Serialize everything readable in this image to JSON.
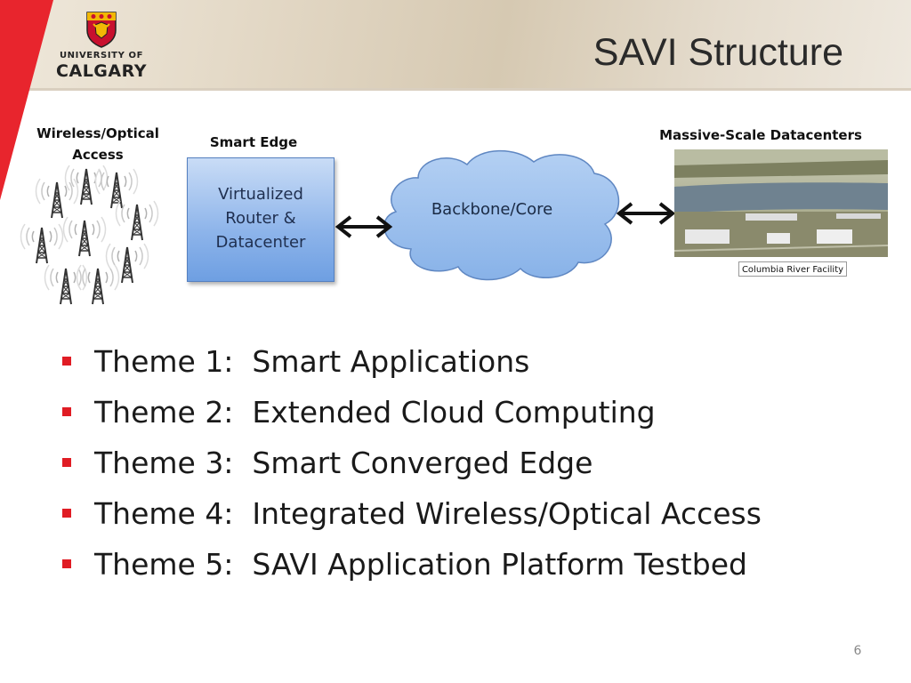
{
  "slide": {
    "title": "SAVI Structure",
    "page_number": "6"
  },
  "logo": {
    "line1": "UNIVERSITY OF",
    "line2": "CALGARY"
  },
  "diagram": {
    "access_label_line1": "Wireless/Optical",
    "access_label_line2": "Access",
    "edge_label": "Smart Edge",
    "edge_box_lines": [
      "Virtualized",
      "Router &",
      "Datacenter"
    ],
    "core_label": "Backbone/Core",
    "dc_label": "Massive-Scale Datacenters",
    "dc_caption": "Columbia River Facility",
    "colors": {
      "edge_box": "#8db4ea",
      "cloud": "#9cc0ec",
      "brand_red": "#e01c24"
    }
  },
  "themes": [
    "Theme 1:  Smart Applications",
    "Theme 2:  Extended Cloud Computing",
    "Theme 3:  Smart Converged Edge",
    "Theme 4:  Integrated Wireless/Optical Access",
    "Theme 5:  SAVI Application Platform Testbed"
  ]
}
